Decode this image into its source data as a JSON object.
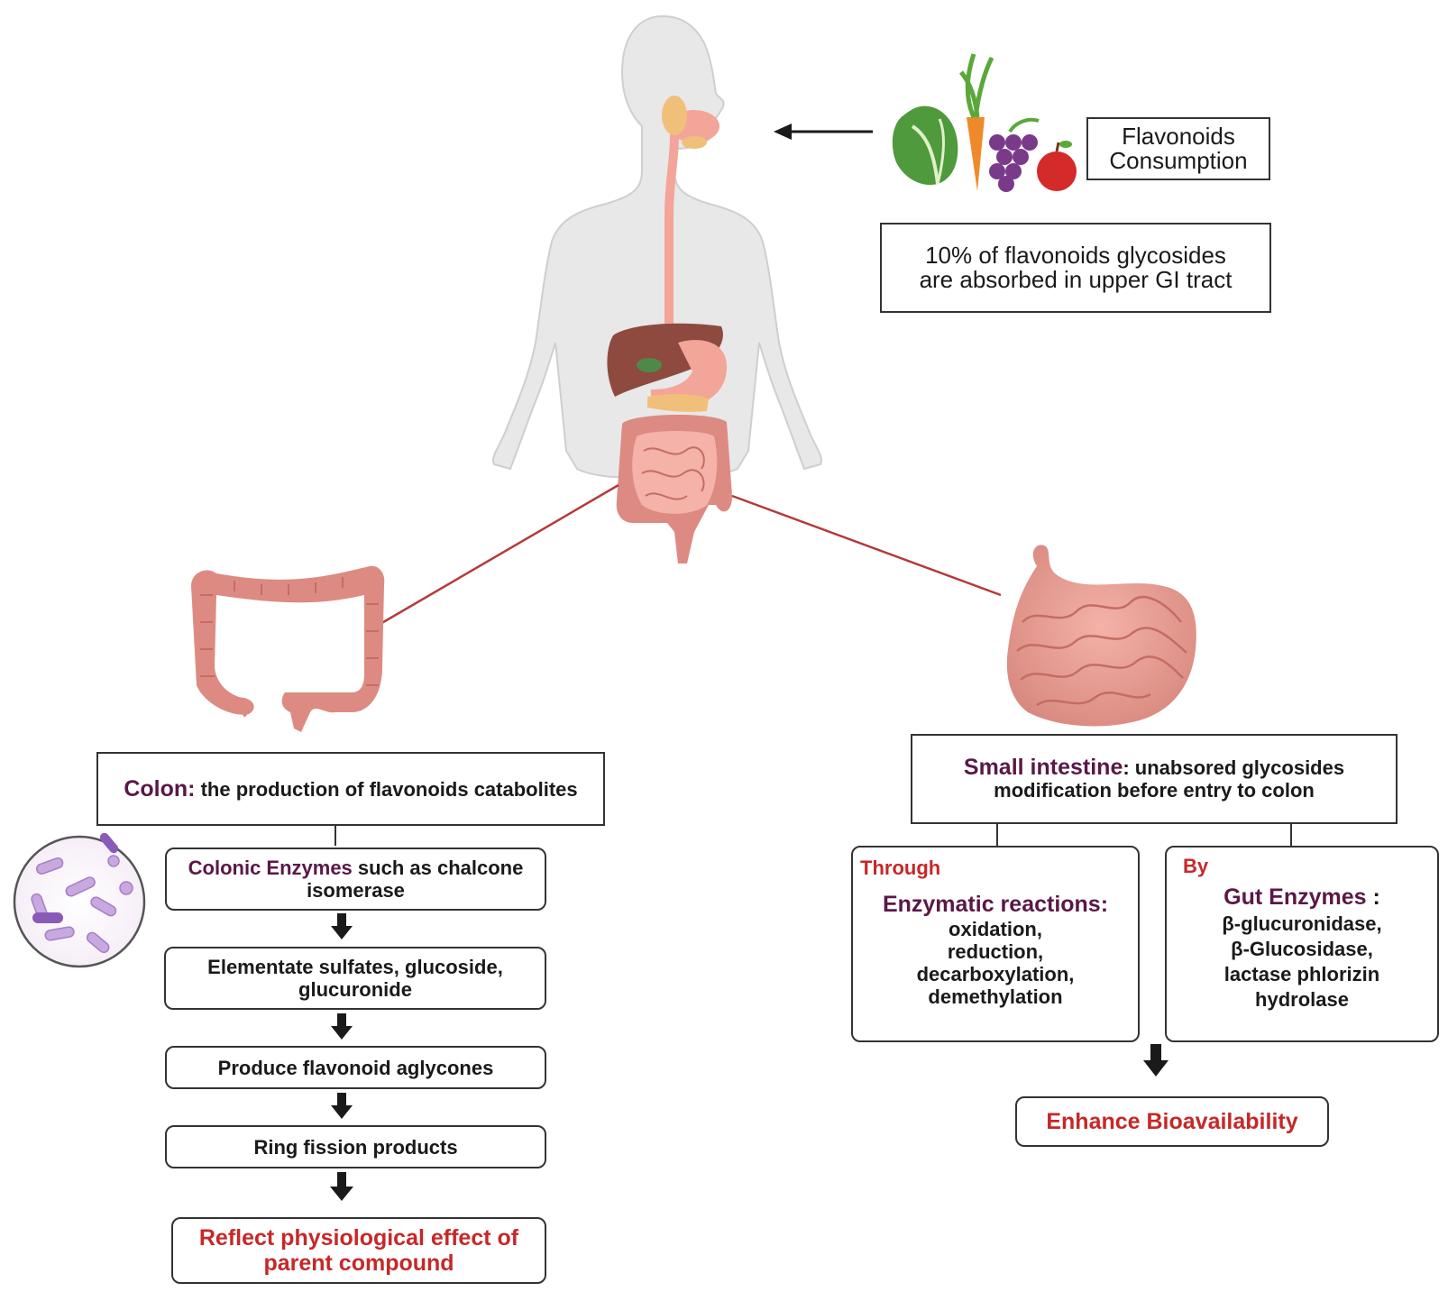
{
  "top": {
    "consumption": {
      "line1": "Flavonoids",
      "line2": "Consumption"
    },
    "absorption": {
      "line1": "10% of flavonoids glycosides",
      "line2": "are absorbed in upper GI tract"
    }
  },
  "colon": {
    "header": {
      "label": "Colon:",
      "text": "the production of flavonoids catabolites"
    },
    "steps": {
      "enzymes": {
        "label": "Colonic Enzymes",
        "text": "such as chalcone",
        "line2": "isomerase"
      },
      "elementate": {
        "line1": "Elementate sulfates, glucoside,",
        "line2": "glucuronide"
      },
      "aglycones": "Produce flavonoid aglycones",
      "ring": "Ring fission products"
    },
    "result": {
      "line1": "Reflect physiological effect of",
      "line2": "parent compound"
    }
  },
  "small_intestine": {
    "header": {
      "label": "Small intestine",
      "text": ": unabsored glycosides",
      "line2": "modification before entry to colon"
    },
    "through": {
      "tag": "Through",
      "title": "Enzymatic reactions:",
      "items": [
        "oxidation,",
        "reduction,",
        "decarboxylation,",
        "demethylation"
      ]
    },
    "by": {
      "tag": "By",
      "title": "Gut Enzymes",
      "colon": " :",
      "items": [
        "β-glucuronidase,",
        "β-Glucosidase,",
        "lactase phlorizin",
        "hydrolase"
      ]
    },
    "result": "Enhance Bioavailability"
  }
}
